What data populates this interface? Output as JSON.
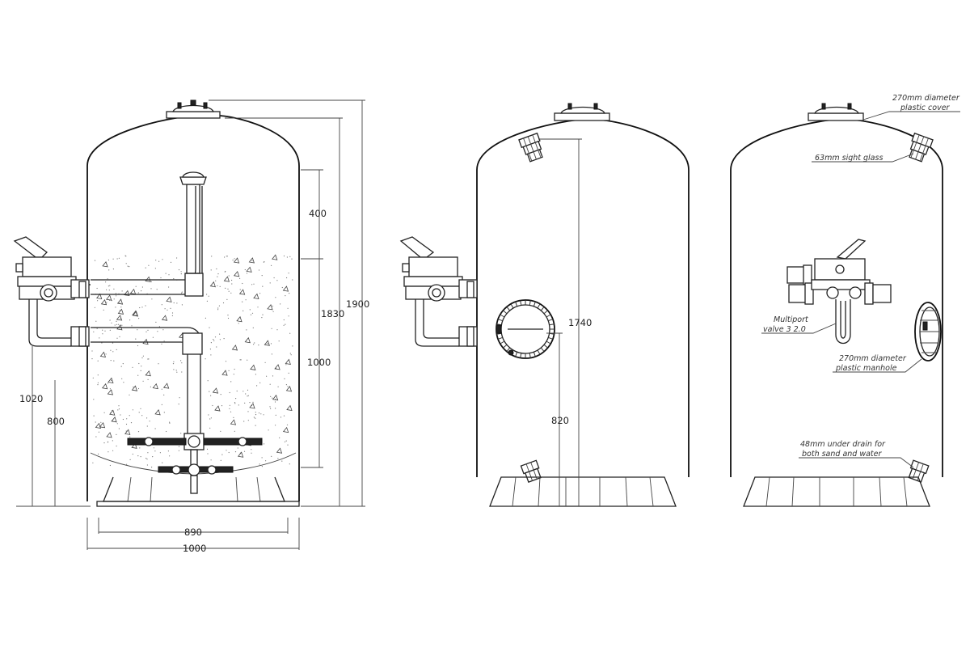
{
  "views": {
    "section": {
      "dims": {
        "top_section": "400",
        "overall_height": "1830",
        "total_height": "1900",
        "bed_height": "1000",
        "upper_port_height": "1020",
        "lower_port_height": "800",
        "inner_width": "890",
        "outer_width": "1000"
      }
    },
    "front": {
      "dims": {
        "sight_glass_height": "1740",
        "manhole_height": "820"
      }
    },
    "side": {
      "notes": {
        "plastic_cover": [
          "270mm diameter",
          "plastic cover"
        ],
        "sight_glass": "63mm sight glass",
        "multiport_valve": [
          "Multiport",
          "valve 3 2.0"
        ],
        "manhole": [
          "270mm diameter",
          "plastic manhole"
        ],
        "under_drain": [
          "48mm under drain for",
          "both sand and water"
        ]
      }
    }
  }
}
